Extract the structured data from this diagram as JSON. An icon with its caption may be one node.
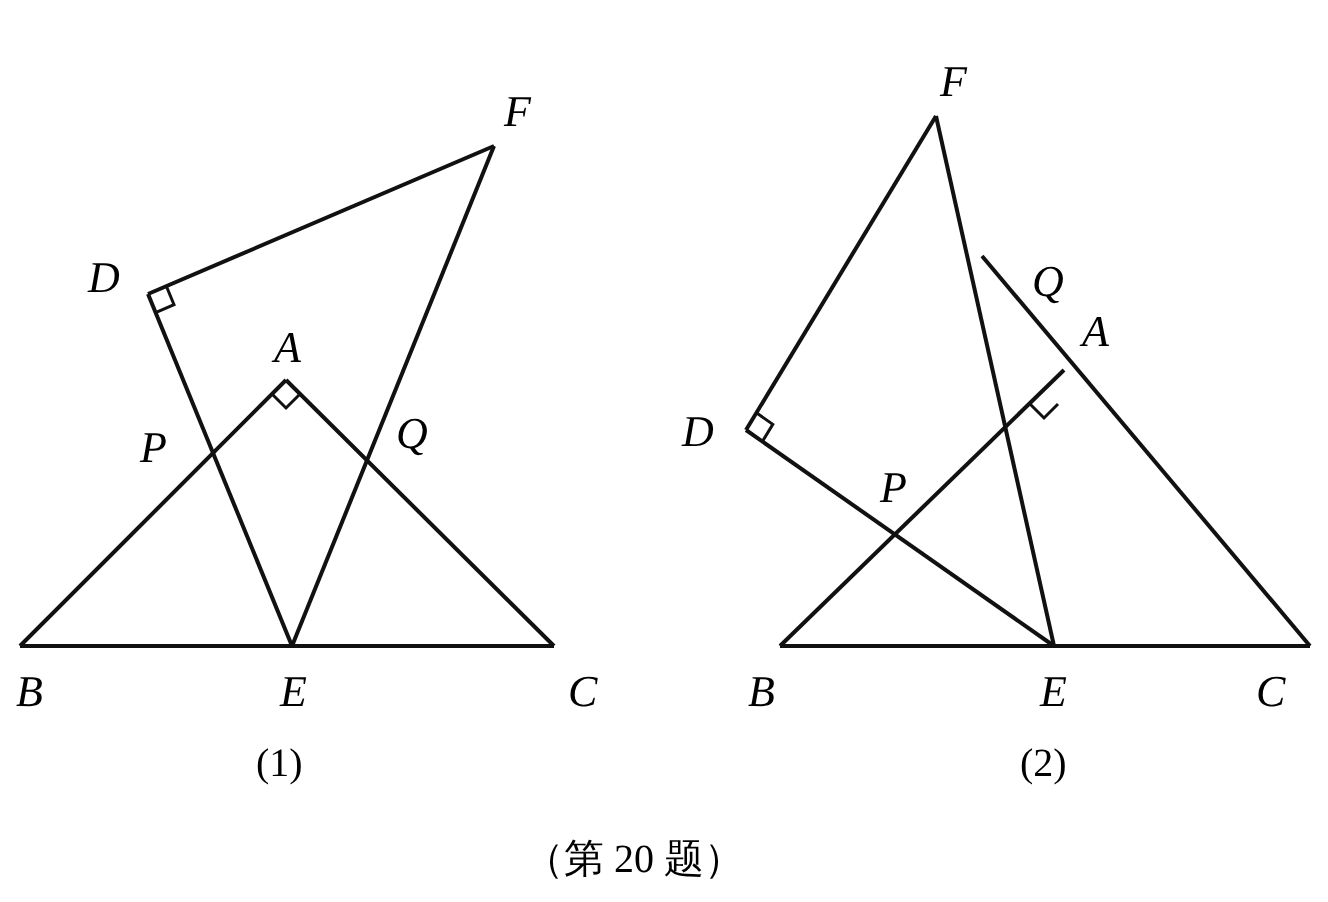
{
  "diagram": {
    "caption": "（第 20 题）",
    "labels": [
      "F",
      "D",
      "A",
      "P",
      "Q",
      "B",
      "E",
      "C",
      "(1)",
      "F",
      "Q",
      "A",
      "D",
      "P",
      "B",
      "E",
      "C",
      "(2)"
    ]
  }
}
